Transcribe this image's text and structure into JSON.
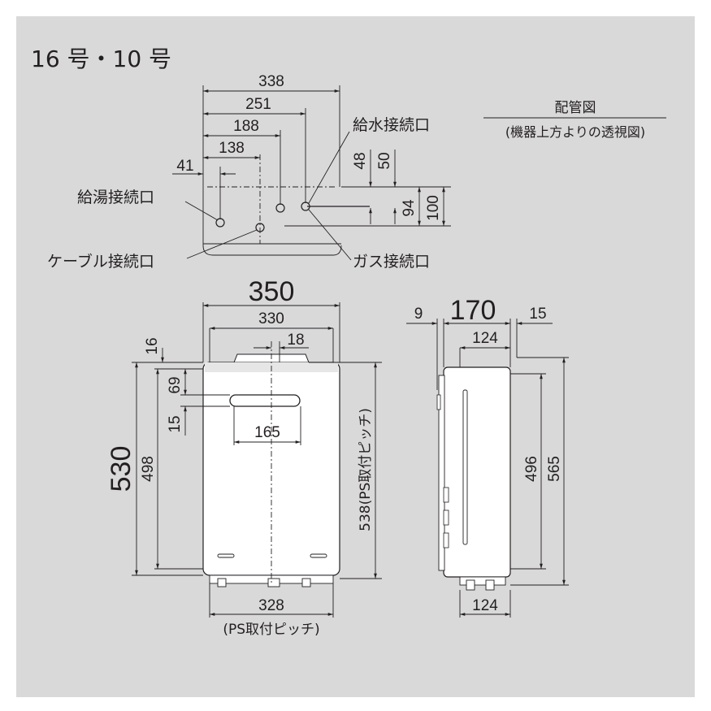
{
  "title": "16 号・10 号",
  "piping": {
    "heading": "配管図",
    "subheading": "(機器上方よりの透視図)",
    "dims": {
      "d338": "338",
      "d251": "251",
      "d188": "188",
      "d138": "138",
      "d41": "41",
      "d48": "48",
      "d50": "50",
      "d94": "94",
      "d100": "100"
    },
    "labels": {
      "hot_water": "給湯接続口",
      "water_supply": "給水接続口",
      "cable": "ケーブル接続口",
      "gas": "ガス接続口"
    }
  },
  "front": {
    "width": "350",
    "inner_width": "330",
    "d18": "18",
    "d16": "16",
    "d69": "69",
    "d15": "15",
    "d165": "165",
    "height": "530",
    "d498": "498",
    "pitch_v": "538(PS取付ピッチ)",
    "pitch_h": "328",
    "pitch_label": "(PS取付ピッチ)"
  },
  "side": {
    "depth": "170",
    "d9": "9",
    "d15": "15",
    "d124_top": "124",
    "d496": "496",
    "d565": "565",
    "d124_bottom": "124"
  }
}
